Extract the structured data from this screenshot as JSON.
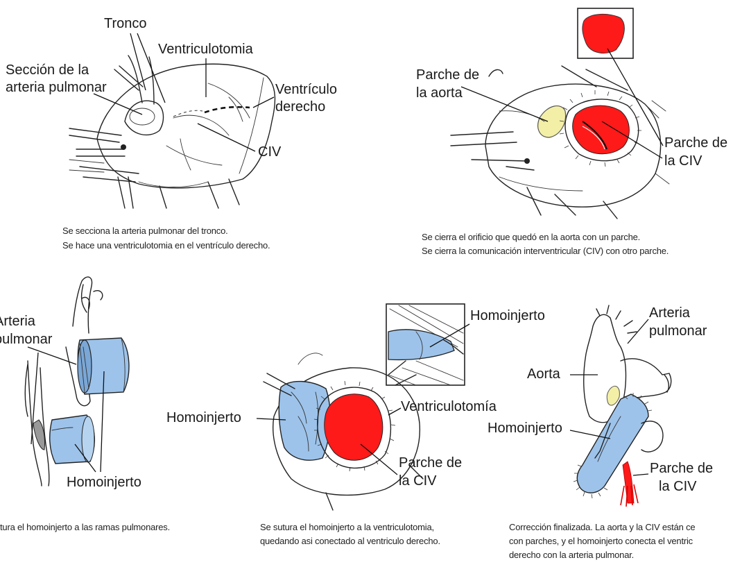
{
  "panels": {
    "p1": {
      "labels": {
        "tronco": "Tronco",
        "ventriculotomia": "Ventriculotomia",
        "seccion_line1": "Sección de la",
        "seccion_line2": "arteria pulmonar",
        "ventriculo_line1": "Ventrículo",
        "ventriculo_line2": "derecho",
        "civ": "CIV"
      },
      "caption": [
        "Se secciona la arteria pulmonar del tronco.",
        "Se hace una ventriculotomia en el ventrículo derecho."
      ]
    },
    "p2": {
      "labels": {
        "parche_aorta_line1": "Parche de",
        "parche_aorta_line2": "la aorta",
        "parche_civ_line1": "Parche de",
        "parche_civ_line2": "la CIV"
      },
      "caption": [
        "Se cierra el orificio que quedó en la aorta con un parche.",
        "Se cierra la comunicación interventricular (CIV) con otro parche."
      ]
    },
    "p3": {
      "labels": {
        "arteria_line1": "Arteria",
        "arteria_line2": "pulmonar",
        "homoinjerto": "Homoinjerto"
      },
      "caption": [
        "tura el homoinjerto a las ramas pulmonares."
      ]
    },
    "p4": {
      "labels": {
        "homoinjerto_top": "Homoinjerto",
        "homoinjerto_left": "Homoinjerto",
        "ventriculotomia": "Ventriculotomía",
        "parche_civ_line1": "Parche de",
        "parche_civ_line2": "la CIV"
      },
      "caption": [
        "Se sutura el homoinjerto a la ventriculotomia,",
        "quedando asi conectado al ventriculo derecho."
      ]
    },
    "p5": {
      "labels": {
        "arteria_line1": "Arteria",
        "arteria_line2": "pulmonar",
        "aorta": "Aorta",
        "homoinjerto": "Homoinjerto",
        "parche_civ_line1": "Parche de",
        "parche_civ_line2": "la CIV"
      },
      "caption": [
        "Corrección finalizada. La aorta y la CIV están ce",
        "con parches, y el homoinjerto conecta el ventric",
        "derecho con la arteria pulmonar."
      ]
    }
  },
  "colors": {
    "patch_red": "#ff1a1a",
    "graft_blue": "#9dc3ea",
    "aorta_patch_yellow": "#f3efa6",
    "ink": "#222222"
  }
}
